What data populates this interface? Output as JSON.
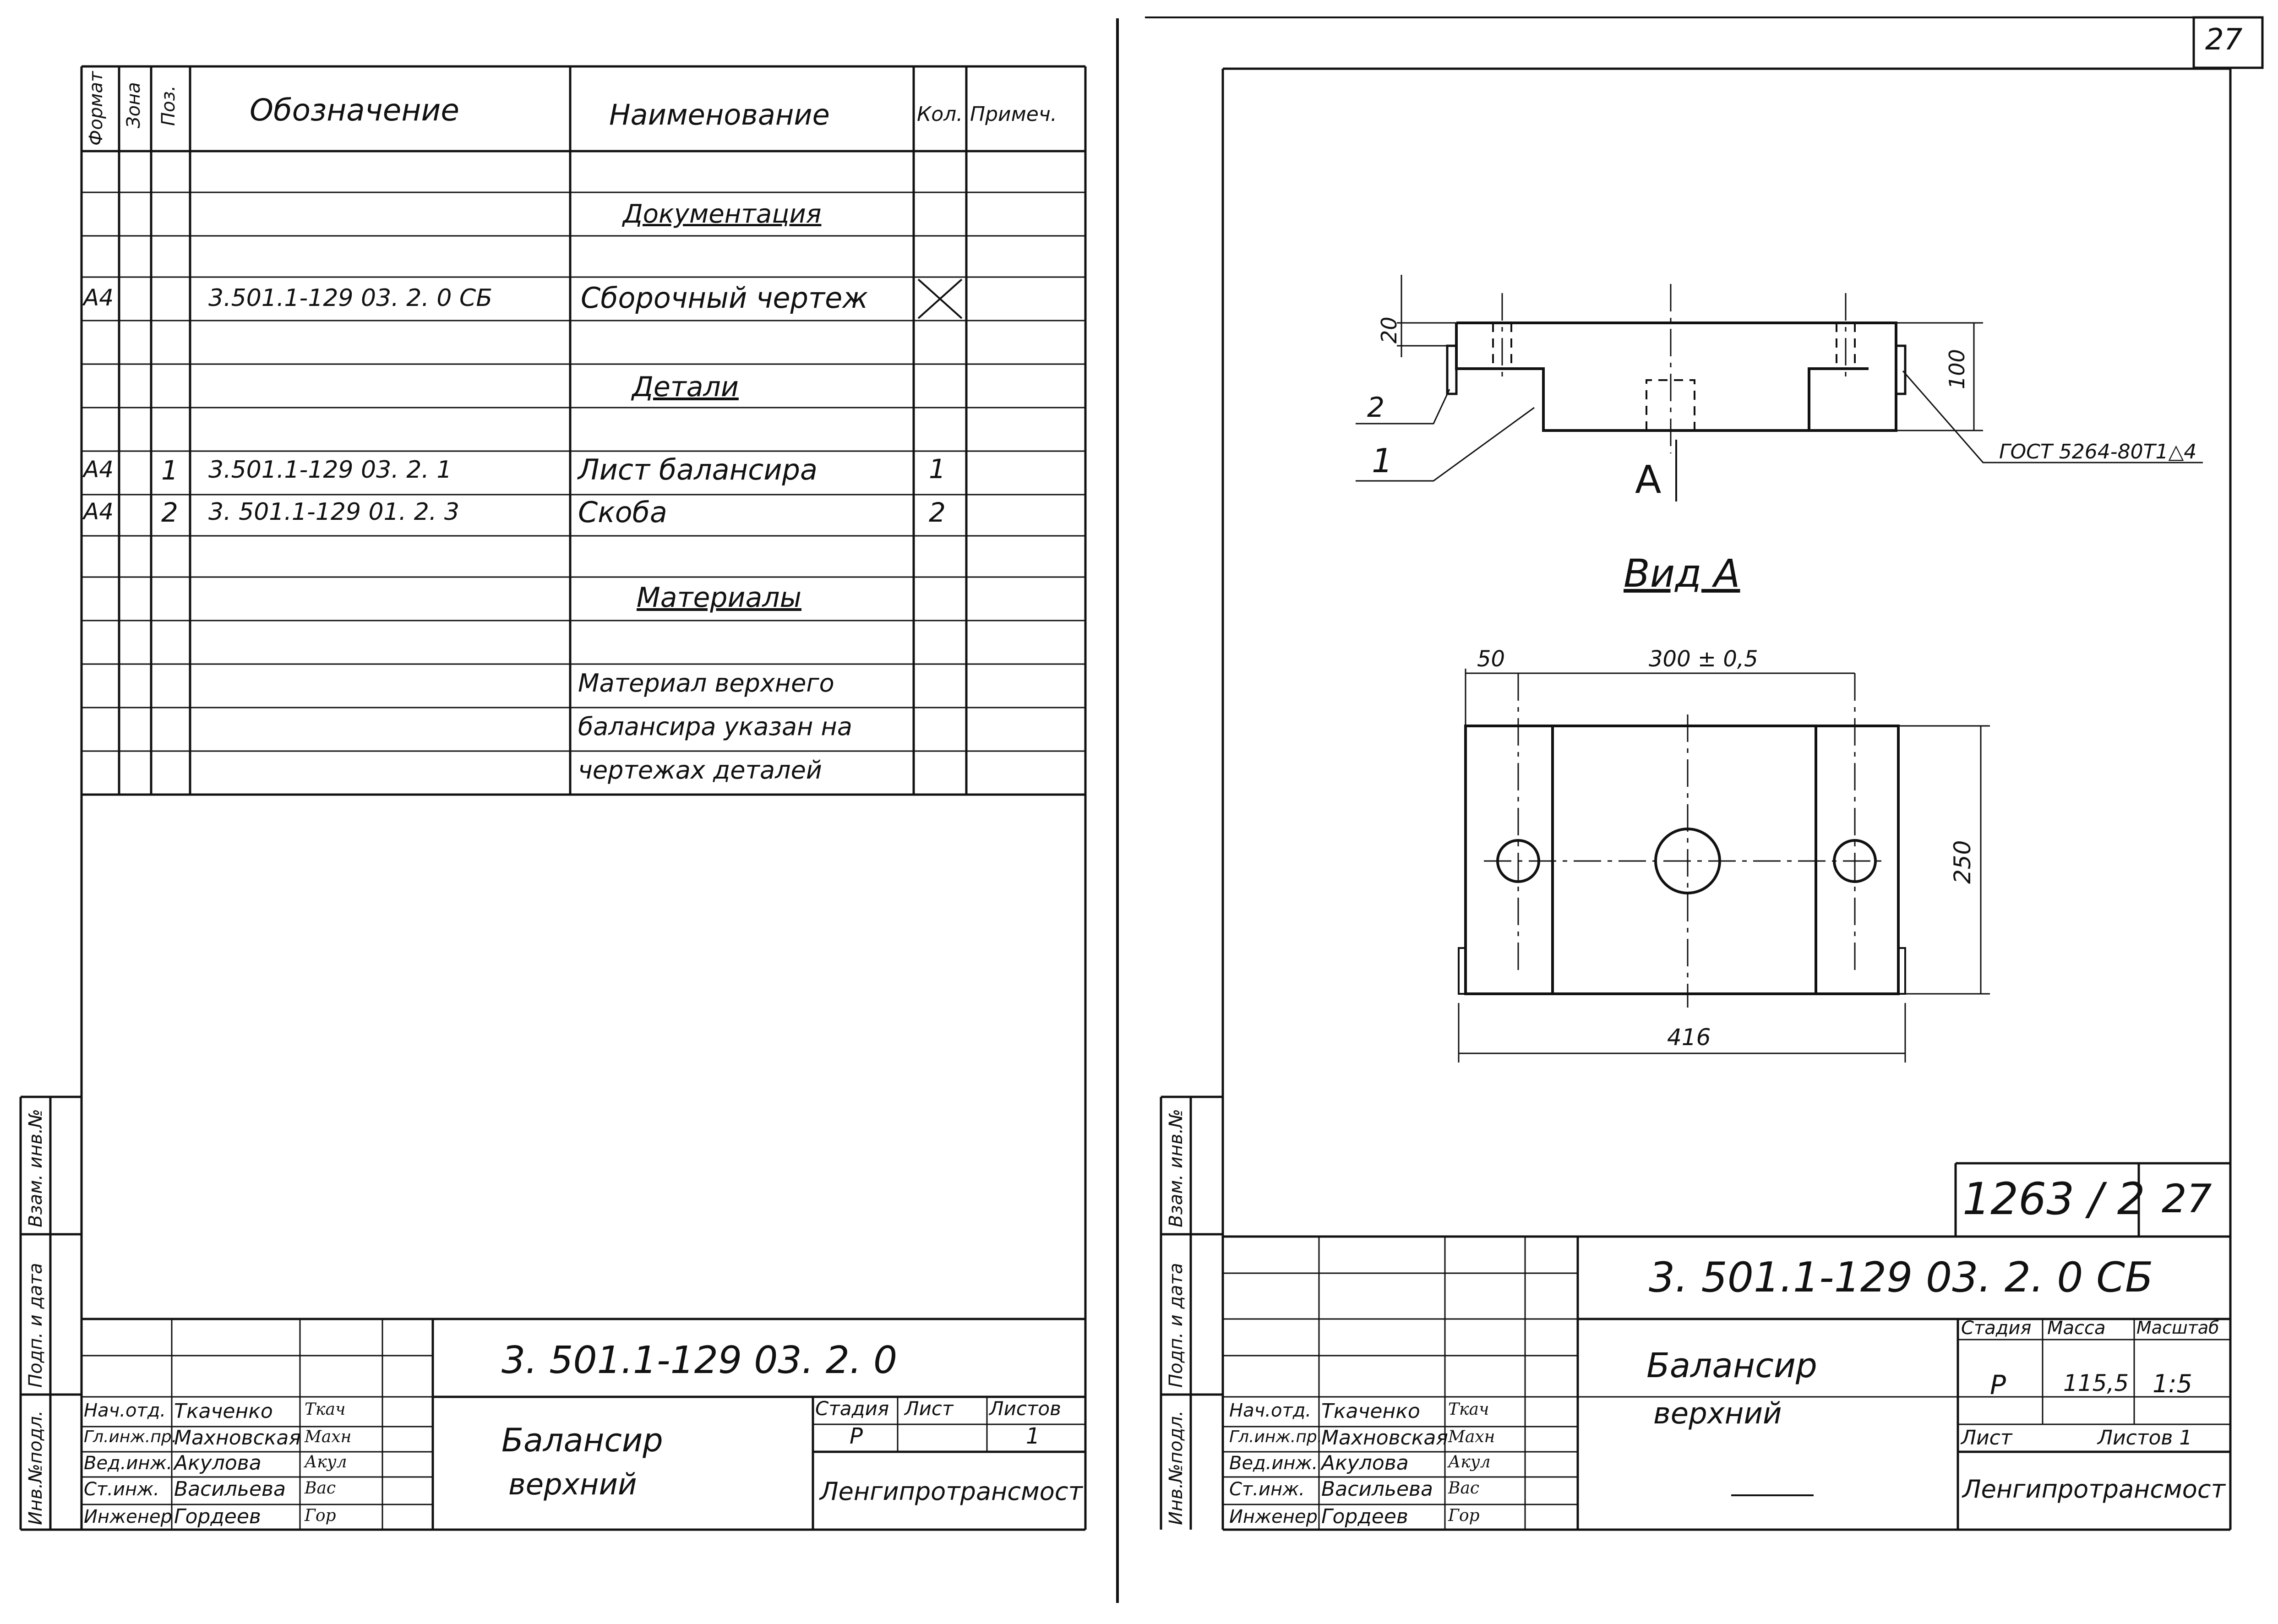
{
  "page_number": "27",
  "spec": {
    "headers": {
      "format": "Формат",
      "zone": "Зона",
      "pos": "Поз.",
      "designation": "Обозначение",
      "name": "Наименование",
      "qty": "Кол.",
      "note": "Примеч."
    },
    "sections": {
      "documentation": "Документация",
      "details": "Детали",
      "materials": "Материалы"
    },
    "rows": [
      {
        "format": "А4",
        "pos": "",
        "designation": "3.501.1-129 03. 2. 0 СБ",
        "name": "Сборочный чертеж",
        "qty": ""
      },
      {
        "format": "А4",
        "pos": "1",
        "designation": "3.501.1-129  03. 2. 1",
        "name": "Лист балансира",
        "qty": "1"
      },
      {
        "format": "А4",
        "pos": "2",
        "designation": "3. 501.1-129  01.  2. 3",
        "name": "Скоба",
        "qty": "2"
      }
    ],
    "material_note": [
      "Материал верхнего",
      "балансира указан на",
      "чертежах деталей"
    ]
  },
  "side_stamp": {
    "inv_podl": "Инв.№подл.",
    "podp_data": "Подп. и дата",
    "vzam_inv": "Взам. инв.№"
  },
  "title_block_left": {
    "code": "3. 501.1-129 03. 2. 0",
    "title_line1": "Балансир",
    "title_line2": "верхний",
    "stage_label": "Стадия",
    "sheet_label": "Лист",
    "sheets_label": "Листов",
    "stage": "Р",
    "sheets": "1",
    "org": "Ленгипротрансмост"
  },
  "title_block_right": {
    "code": "3. 501.1-129 03. 2. 0 СБ",
    "title_line1": "Балансир",
    "title_line2": "верхний",
    "stage_label": "Стадия",
    "mass_label": "Масса",
    "scale_label": "Масштаб",
    "stage": "Р",
    "mass": "115,5",
    "scale": "1:5",
    "sheet_label": "Лист",
    "sheets_label": "Листов 1",
    "org": "Ленгипротрансмост",
    "album": "1263 / 2",
    "album_sheet": "27"
  },
  "signatures": [
    {
      "role": "Нач.отд.",
      "name": "Ткаченко",
      "sign": "Ткач"
    },
    {
      "role": "Гл.инж.пр.",
      "name": "Махновская",
      "sign": "Махн"
    },
    {
      "role": "Вед.инж.",
      "name": "Акулова",
      "sign": "Акул"
    },
    {
      "role": "Ст.инж.",
      "name": "Васильева",
      "sign": "Вас"
    },
    {
      "role": "Инженер",
      "name": "Гордеев",
      "sign": "Гор"
    }
  ],
  "drawing": {
    "dim_20": "20",
    "dim_100": "100",
    "pos_1": "1",
    "pos_2": "2",
    "weld_note": "ГОСТ 5264-80Т1△4",
    "section_A": "А",
    "view_label": "Вид  А",
    "dim_50": "50",
    "dim_300": "300 ± 0,5",
    "dim_250": "250",
    "dim_416": "416"
  }
}
